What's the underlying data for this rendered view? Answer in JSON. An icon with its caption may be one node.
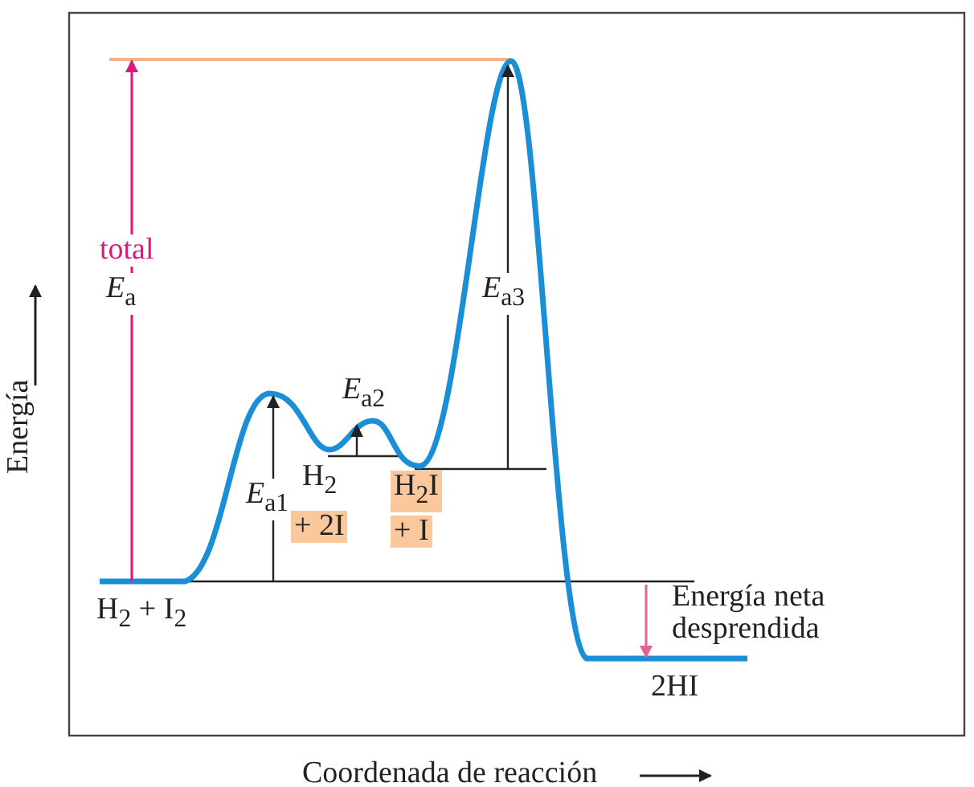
{
  "diagram": {
    "labels": [
      "total",
      "*E*$_{a}$",
      "*E*$_{a3}$",
      "*E*$_{a2}$",
      "H$_{2}$",
      "*E*$_{a1}$",
      "+ 2I",
      "H$_{2}$I",
      "+ I",
      "H$_{2}$ + I$_{2}$",
      "Energía neta desprendida",
      "2HI",
      "Energía",
      "Coordenada de reacción"
    ]
  }
}
